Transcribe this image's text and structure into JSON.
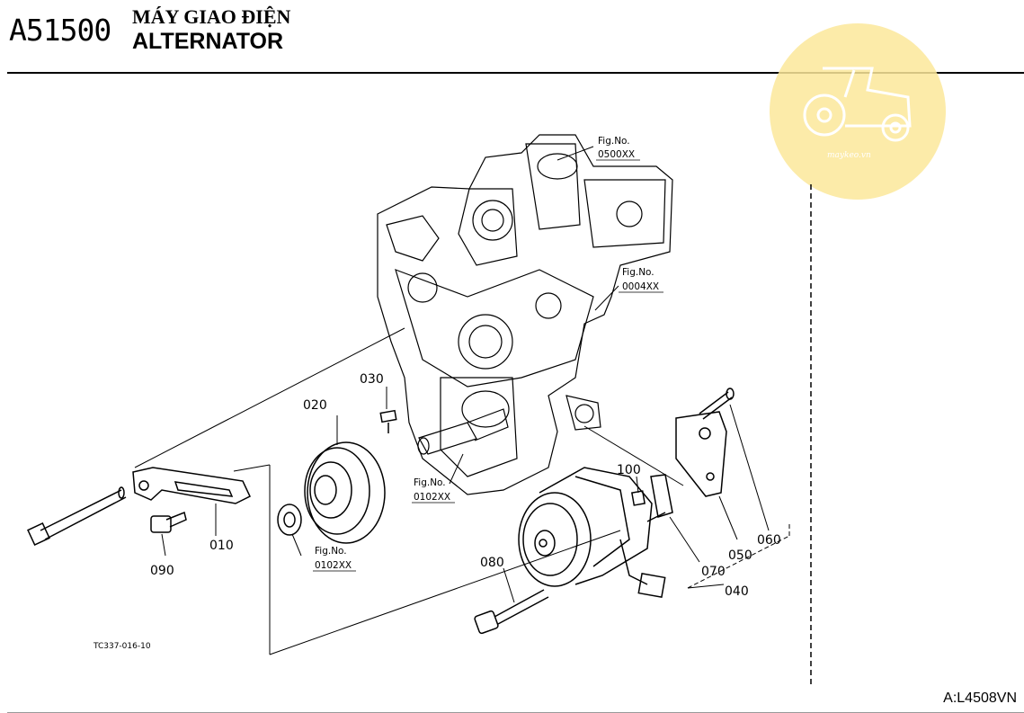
{
  "header": {
    "code": "A51500",
    "title_vn": "MÁY GIAO ĐIỆN",
    "title_en": "ALTERNATOR"
  },
  "footer": {
    "page_code": "A:L4508VN"
  },
  "diagram": {
    "reference_code": "TC337-016-10",
    "fig_refs": [
      {
        "label": "Fig.No.",
        "number": "0500XX"
      },
      {
        "label": "Fig.No.",
        "number": "0004XX"
      },
      {
        "label": "Fig.No.",
        "number": "0102XX"
      },
      {
        "label": "Fig.No.",
        "number": "0102XX"
      }
    ],
    "parts": [
      "010",
      "020",
      "030",
      "040",
      "050",
      "060",
      "070",
      "080",
      "090",
      "100"
    ]
  },
  "watermark": {
    "text": "maykeo.vn",
    "color": "#fbe79a"
  }
}
